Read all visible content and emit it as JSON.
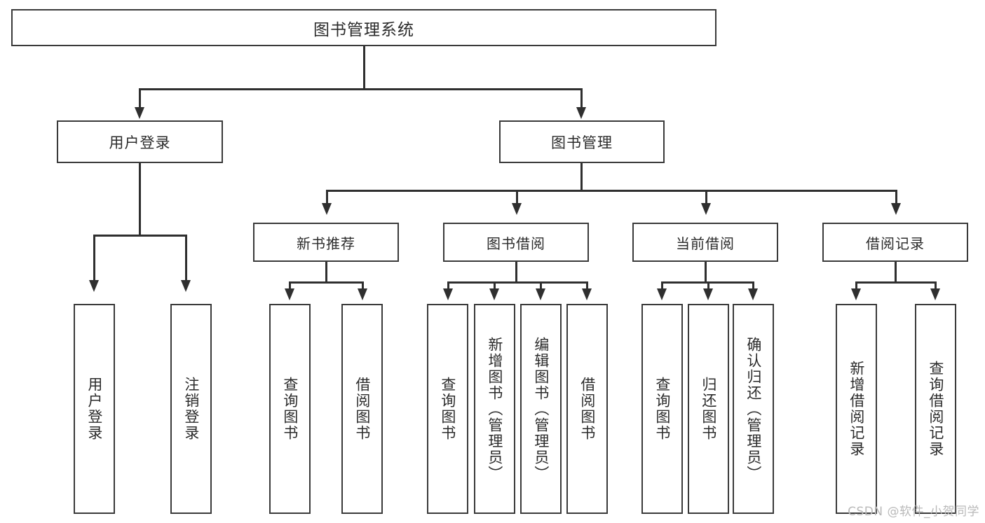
{
  "diagram": {
    "title": "图书管理系统",
    "root": {
      "label": "图书管理系统"
    },
    "level1": [
      {
        "label": "用户登录"
      },
      {
        "label": "图书管理"
      }
    ],
    "level2": [
      {
        "label": "新书推荐"
      },
      {
        "label": "图书借阅"
      },
      {
        "label": "当前借阅"
      },
      {
        "label": "借阅记录"
      }
    ],
    "leaves": {
      "user_login": [
        {
          "label": "用户登录"
        },
        {
          "label": "注销登录"
        }
      ],
      "new_book_recommend": [
        {
          "label": "查询图书"
        },
        {
          "label": "借阅图书"
        }
      ],
      "book_borrow": [
        {
          "label": "查询图书"
        },
        {
          "label": "新增图书（管理员）"
        },
        {
          "label": "编辑图书（管理员）"
        },
        {
          "label": "借阅图书"
        }
      ],
      "current_borrow": [
        {
          "label": "查询图书"
        },
        {
          "label": "归还图书"
        },
        {
          "label": "确认归还（管理员）"
        }
      ],
      "borrow_record": [
        {
          "label": "新增借阅记录"
        },
        {
          "label": "查询借阅记录"
        }
      ]
    }
  },
  "watermark": {
    "text": "CSDN @软件_小贺同学"
  },
  "colors": {
    "box_border": "#3a3a3a",
    "connector": "#2f2f2f",
    "text": "#2b2b2b",
    "background": "#ffffff",
    "watermark": "#b9b9b9"
  }
}
